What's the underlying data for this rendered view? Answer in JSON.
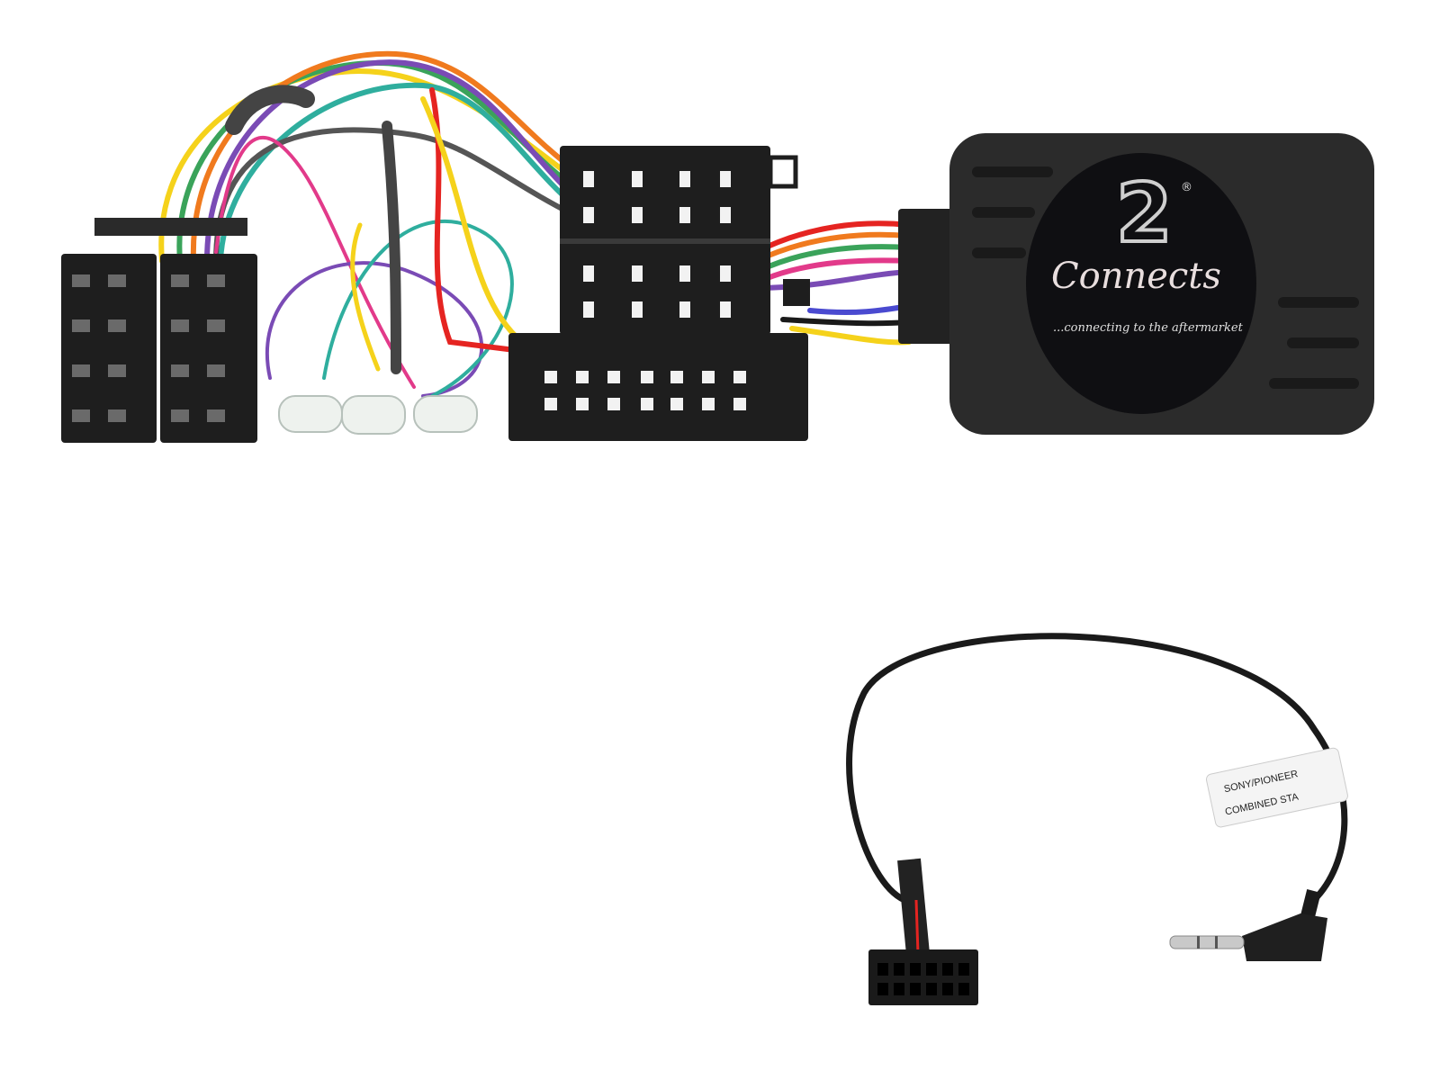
{
  "product": {
    "logo": {
      "numeral": "2",
      "script": "Connects",
      "registered": "®",
      "tagline": "...connecting to the aftermarket"
    },
    "cable_label": {
      "line1": "SONY/PIONEER",
      "line2": "COMBINED STA"
    },
    "colors": {
      "connector": "#1e1e1e",
      "module": "#2b2b2b",
      "cable": "#1a1a1a"
    },
    "wire_colors": [
      "#f5d21b",
      "#3aa35a",
      "#e23a8a",
      "#7a4bb5",
      "#f07a1e",
      "#e52421",
      "#2fae9e",
      "#4a4ad0",
      "#888888",
      "#ffffff"
    ]
  }
}
